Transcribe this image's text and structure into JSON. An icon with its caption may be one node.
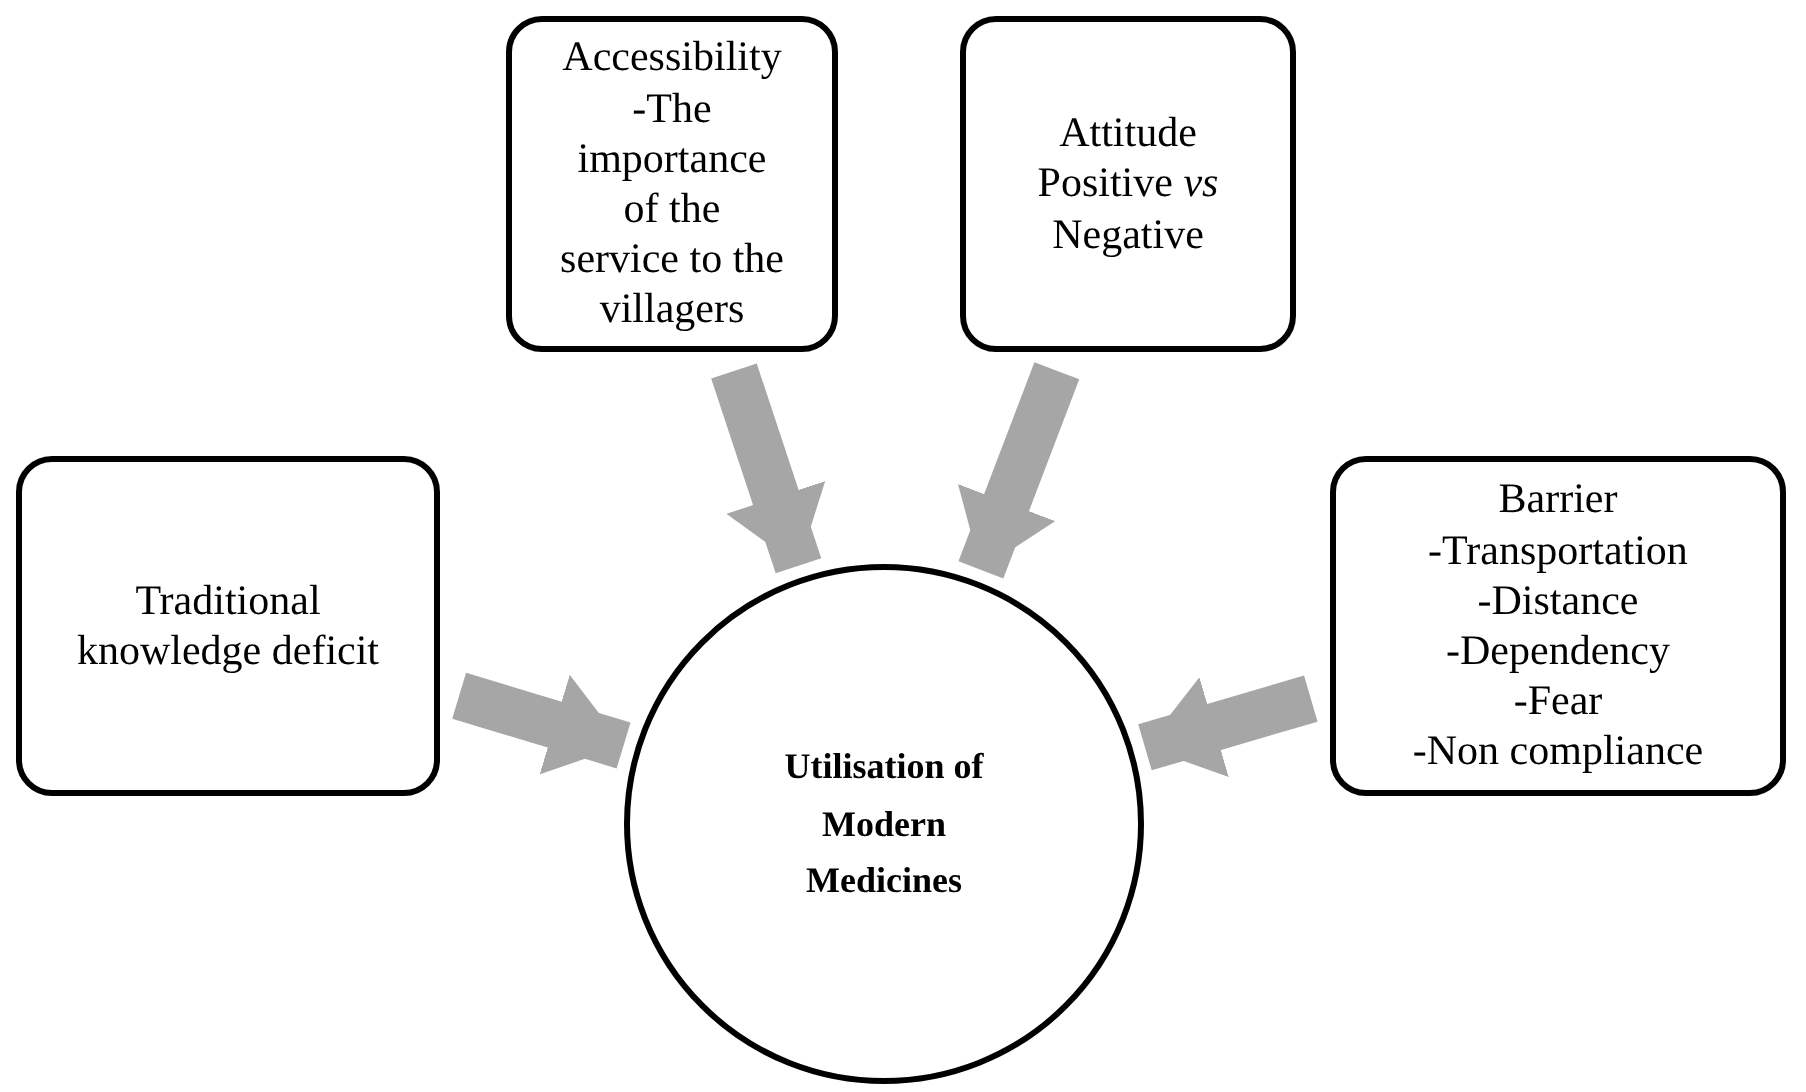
{
  "diagram": {
    "nodes": [
      {
        "text": [
          "Accessibility",
          "-The importance of the service to the villagers"
        ]
      },
      {
        "text": [
          "Attitude",
          "Positive *vs* Negative"
        ]
      },
      {
        "text": [
          "Traditional knowledge deficit"
        ]
      },
      {
        "text": [
          "Barrier",
          "-Transportation",
          "-Distance",
          "-Dependency",
          "-Fear",
          "-Non compliance"
        ]
      },
      {
        "text": [
          "Utilisation of Modern Medicines"
        ]
      }
    ],
    "edges": [
      {
        "from": 0,
        "to": 4,
        "arrow": "to"
      },
      {
        "from": 1,
        "to": 4,
        "arrow": "to"
      },
      {
        "from": 2,
        "to": 4,
        "arrow": "to"
      },
      {
        "from": 3,
        "to": 4,
        "arrow": "to"
      }
    ]
  }
}
